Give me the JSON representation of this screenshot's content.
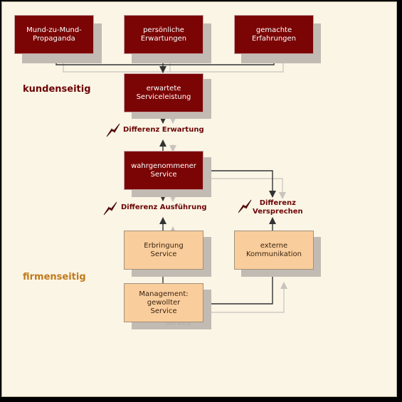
{
  "nodes": {
    "mund_zu_mund": "Mund-zu-Mund-\nPropaganda",
    "persoenliche_erwartungen": "persönliche\nErwartungen",
    "gemachte_erfahrungen": "gemachte\nErfahrungen",
    "erwartete_serviceleistung": "erwartete\nServiceleistung",
    "wahrgenommener_service": "wahrgenommener\nService",
    "erbringung_service": "Erbringung\nService",
    "externe_kommunikation": "externe\nKommunikation",
    "management_service": "Management:\ngewollter\nService"
  },
  "ghost_label": "Service",
  "sides": {
    "kunden": "kundenseitig",
    "firmen": "firmenseitig"
  },
  "differences": {
    "erwartung": "Differenz Erwartung",
    "ausfuehrung": "Differenz Ausführung",
    "versprechen": "Differenz\nVersprechen"
  },
  "colors": {
    "dark_box": "#7b0404",
    "light_box": "#f9cd9c",
    "kunden_label": "#6b0404",
    "firmen_label": "#c07a1a",
    "background": "#fbf5e6",
    "arrow_dark": "#333333",
    "arrow_light": "#c8c3bb"
  },
  "icons": {
    "gap": "lightning-bolt-icon"
  }
}
